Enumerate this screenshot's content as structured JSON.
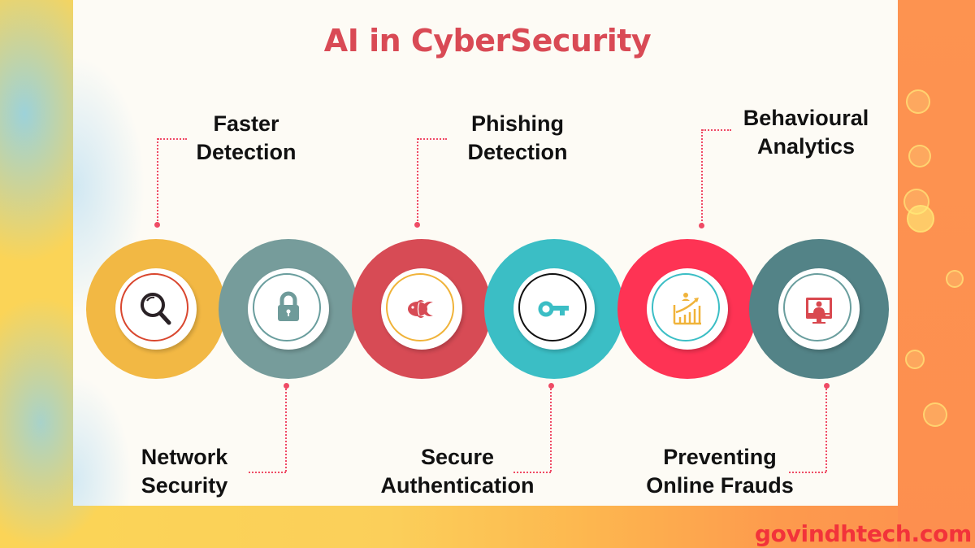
{
  "title": "AI in CyberSecurity",
  "colors": {
    "title": "#d94a55",
    "connector": "#ef4b65",
    "footer": "#f2333a"
  },
  "items": [
    {
      "label_line1": "Faster",
      "label_line2": "Detection",
      "icon": "magnifying-glass-icon",
      "circle_color": "#f2b844",
      "ring_color": "#d9472f",
      "position": "top"
    },
    {
      "label_line1": "Network",
      "label_line2": "Security",
      "icon": "padlock-icon",
      "circle_color": "#769c9b",
      "ring_color": "#6a9e9e",
      "position": "bottom"
    },
    {
      "label_line1": "Phishing",
      "label_line2": "Detection",
      "icon": "fish-icon",
      "circle_color": "#d74b55",
      "ring_color": "#f0b33a",
      "position": "top"
    },
    {
      "label_line1": "Secure",
      "label_line2": "Authentication",
      "icon": "key-icon",
      "circle_color": "#3bbec5",
      "ring_color": "#111111",
      "position": "bottom"
    },
    {
      "label_line1": "Behavioural",
      "label_line2": "Analytics",
      "icon": "analytics-chart-icon",
      "circle_color": "#fe3354",
      "ring_color": "#3bbec5",
      "position": "top"
    },
    {
      "label_line1": "Preventing",
      "label_line2": "Online Frauds",
      "icon": "monitor-user-icon",
      "circle_color": "#538387",
      "ring_color": "#6a9e9e",
      "position": "bottom"
    }
  ],
  "footer": "govindhtech.com"
}
